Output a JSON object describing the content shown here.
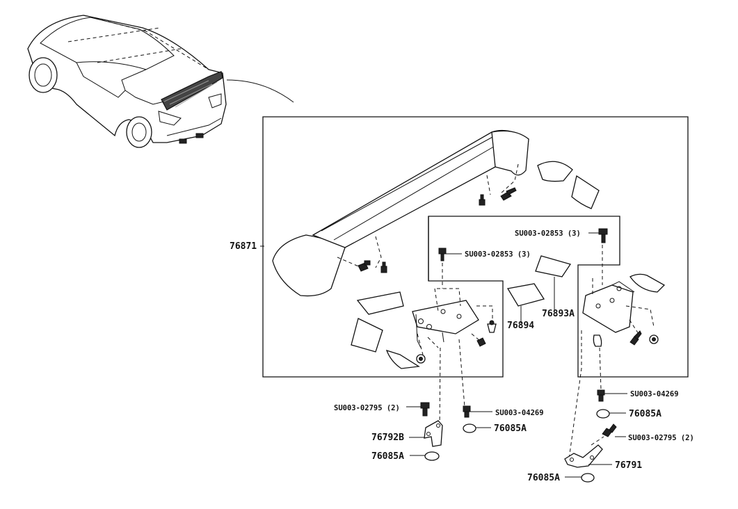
{
  "labels": {
    "spoiler": "76871",
    "bolt_upper_left": "SU003-02853 (3)",
    "bolt_upper_right": "SU003-02853 (3)",
    "pad_a": "76893A",
    "pad_b": "76894",
    "bolt_left_long": "SU003-02795 (2)",
    "bolt_left_short": "SU003-04269",
    "bracket_left": "76792B",
    "washer_left_1": "76085A",
    "washer_left_2": "76085A",
    "bolt_right_short": "SU003-04269",
    "washer_right_1": "76085A",
    "bolt_right_long": "SU003-02795 (2)",
    "bracket_right": "76791",
    "washer_right_2": "76085A"
  }
}
